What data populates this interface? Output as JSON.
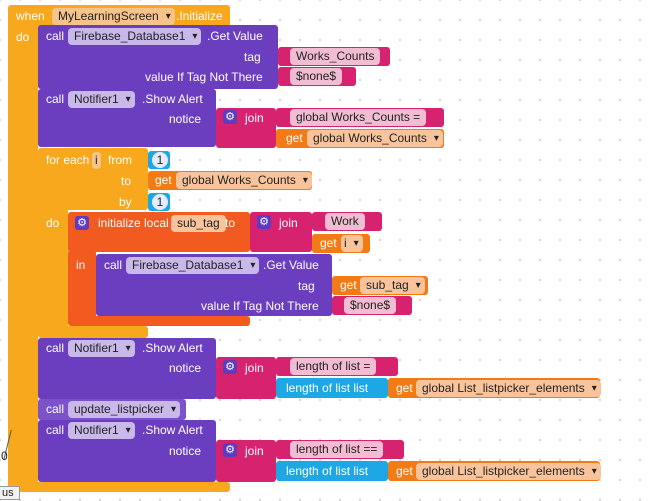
{
  "event": {
    "when": "when",
    "component": "MyLearningScreen",
    "event": ".Initialize",
    "do": "do"
  },
  "b1": {
    "call": "call",
    "component": "Firebase_Database1",
    "method": ".Get Value",
    "tag_label": "tag",
    "tag_value": "Works_Counts",
    "default_label": "value If Tag Not There",
    "default_value": "$none$"
  },
  "b2": {
    "call": "call",
    "component": "Notifier1",
    "method": ".Show Alert",
    "notice": "notice",
    "join": "join",
    "str": "global Works_Counts =",
    "get": "get",
    "var": "global Works_Counts"
  },
  "loop": {
    "for_each": "for each",
    "var": "i",
    "from": "from",
    "from_val": "1",
    "to": "to",
    "get": "get",
    "to_var": "global Works_Counts",
    "by": "by",
    "by_val": "1",
    "do": "do"
  },
  "local": {
    "init": "initialize local",
    "name": "sub_tag",
    "to": "to",
    "join": "join",
    "str": "Work",
    "get": "get",
    "get_var": "i",
    "in": "in"
  },
  "b3": {
    "call": "call",
    "component": "Firebase_Database1",
    "method": ".Get Value",
    "tag_label": "tag",
    "get": "get",
    "tag_var": "sub_tag",
    "default_label": "value If Tag Not There",
    "default_value": "$none$"
  },
  "b4": {
    "call": "call",
    "component": "Notifier1",
    "method": ".Show Alert",
    "notice": "notice",
    "join": "join",
    "str": "length of list =",
    "len": "length of list  list",
    "get": "get",
    "var": "global List_listpicker_elements"
  },
  "b5": {
    "call": "call",
    "proc": "update_listpicker"
  },
  "b6": {
    "call": "call",
    "component": "Notifier1",
    "method": ".Show Alert",
    "notice": "notice",
    "join": "join",
    "str": "length of list ==",
    "len": "length of list  list",
    "get": "get",
    "var": "global List_listpicker_elements"
  },
  "margin": {
    "zero": "0",
    "us": "us"
  }
}
